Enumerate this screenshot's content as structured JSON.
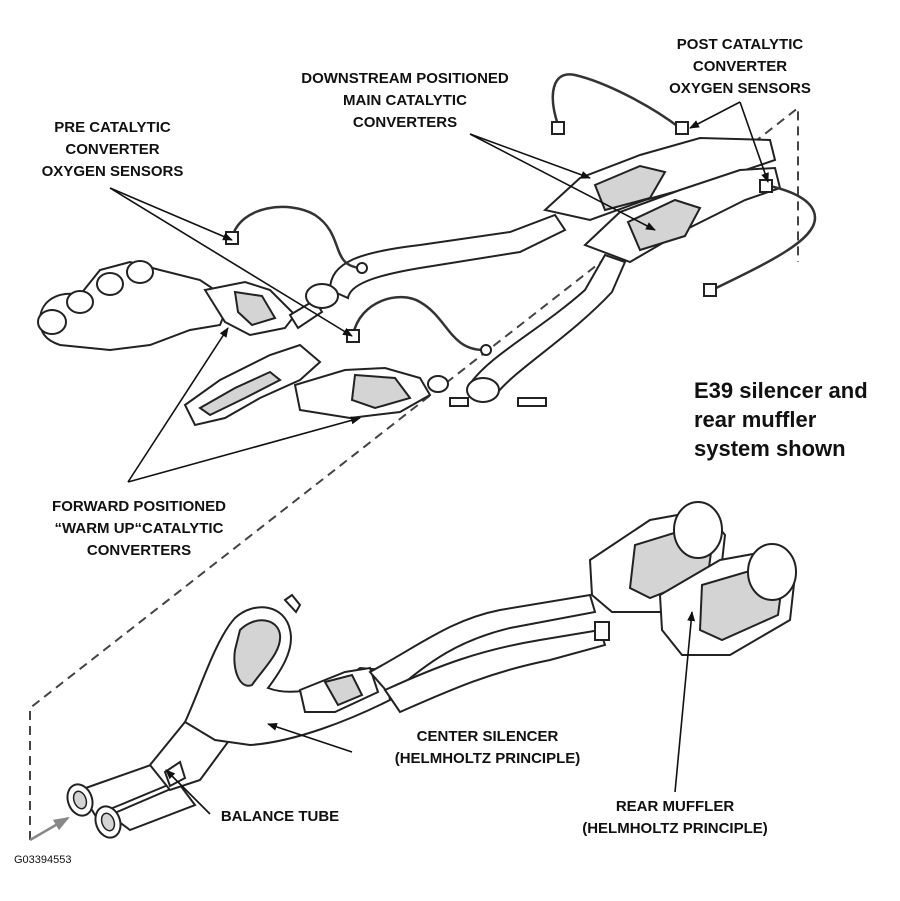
{
  "labels": {
    "post_cat": [
      "POST CATALYTIC",
      "CONVERTER",
      "OXYGEN SENSORS"
    ],
    "downstream": [
      "DOWNSTREAM POSITIONED",
      "MAIN CATALYTIC",
      "CONVERTERS"
    ],
    "pre_cat": [
      "PRE CATALYTIC",
      "CONVERTER",
      "OXYGEN SENSORS"
    ],
    "forward": [
      "FORWARD POSITIONED",
      "“WARM UP“CATALYTIC",
      "CONVERTERS"
    ],
    "center_silencer": [
      "CENTER SILENCER",
      "(HELMHOLTZ PRINCIPLE)"
    ],
    "rear_muffler": [
      "REAR MUFFLER",
      "(HELMHOLTZ PRINCIPLE)"
    ],
    "balance_tube": "BALANCE TUBE"
  },
  "note": [
    "E39 silencer and",
    "rear muffler",
    "system shown"
  ],
  "figure_code": "G03394553",
  "colors": {
    "line": "#222222",
    "fill_grey": "#d4d4d4",
    "background": "#ffffff"
  }
}
